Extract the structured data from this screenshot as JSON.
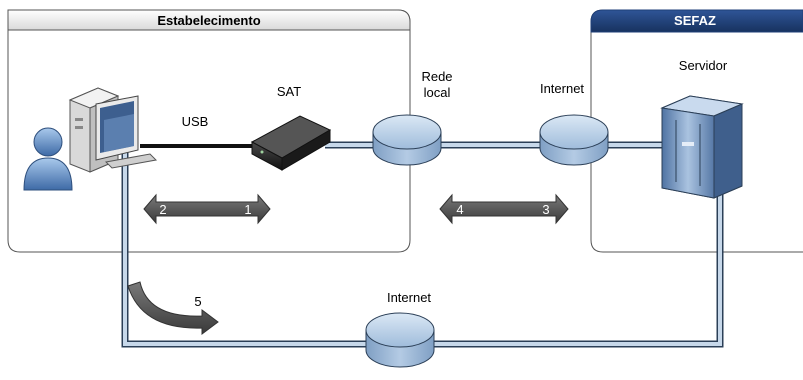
{
  "boxes": {
    "establishment": "Estabelecimento",
    "sefaz": "SEFAZ"
  },
  "labels": {
    "usb": "USB",
    "sat": "SAT",
    "local_network_line1": "Rede",
    "local_network_line2": "local",
    "internet_top": "Internet",
    "server": "Servidor",
    "internet_bottom": "Internet"
  },
  "arrows": {
    "left": {
      "start": "2",
      "end": "1"
    },
    "right": {
      "start": "4",
      "end": "3"
    },
    "curved": "5"
  },
  "colors": {
    "box_border": "#555555",
    "sefaz_header": "#1f3f78",
    "cable": "#a9c1db",
    "cable_outline": "#2b3f57",
    "router": "#a8c3e0",
    "arrow_fill": "#4d4d4d"
  }
}
